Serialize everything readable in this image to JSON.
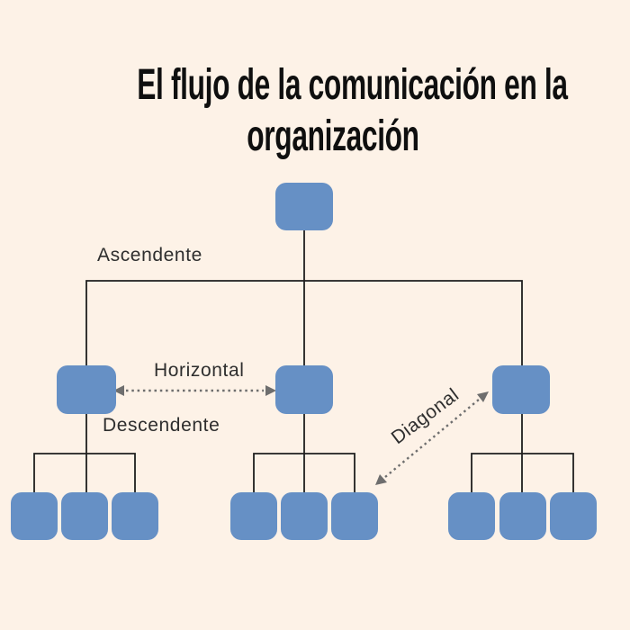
{
  "title": {
    "line1": "El flujo de la comunicación en la",
    "line2": "organización"
  },
  "flow_labels": {
    "ascendente": "Ascendente",
    "horizontal": "Horizontal",
    "descendente": "Descendente",
    "diagonal": "Diagonal"
  },
  "colors": {
    "background": "#fdf2e7",
    "node": "#6690c5",
    "line": "#1f1f1f",
    "arrow": "#6e6e6e",
    "title": "#0f0f0f",
    "label": "#2e2e2e"
  },
  "structure": {
    "type": "org-chart",
    "levels": [
      {
        "name": "direccion",
        "nodes": 1
      },
      {
        "name": "mandos-medios",
        "nodes": 3
      },
      {
        "name": "equipos",
        "nodes": 9,
        "children_per_branch": 3
      }
    ],
    "flows": [
      {
        "label": "Ascendente",
        "style": "solid-rectangular",
        "from": "mandos-medios",
        "to": "direccion"
      },
      {
        "label": "Horizontal",
        "style": "dotted-double-arrow",
        "from": "mando-medio-izquierda",
        "to": "mando-medio-centro"
      },
      {
        "label": "Descendente",
        "style": "solid-rectangular",
        "from": "mando-medio-izquierda",
        "to": "equipos-izquierda"
      },
      {
        "label": "Diagonal",
        "style": "dotted-double-arrow",
        "from": "equipo-centro-derecha",
        "to": "mando-medio-derecha"
      }
    ]
  }
}
